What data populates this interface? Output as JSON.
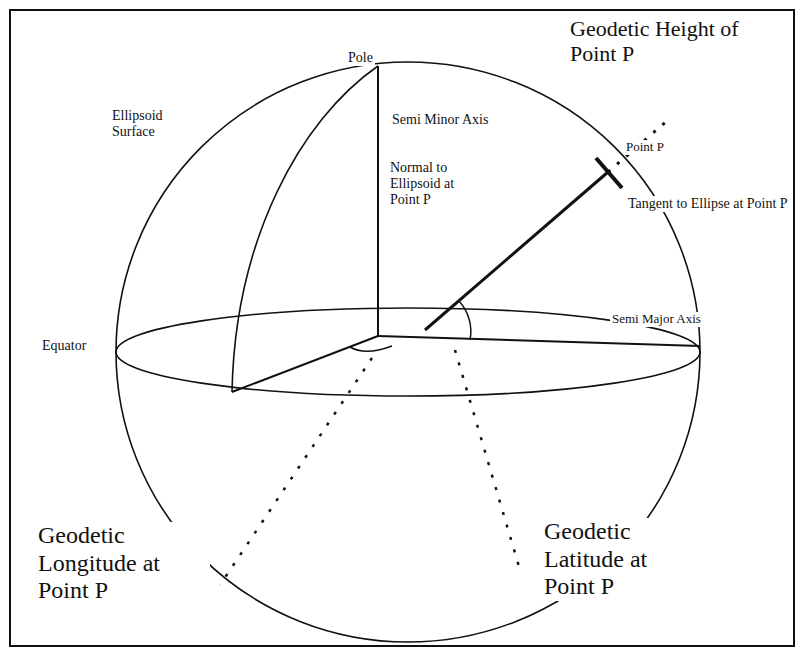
{
  "diagram": {
    "labels": [
      "Pole",
      "Geodetic Height of Point P",
      "Ellipsoid Surface",
      "Semi Minor Axis",
      "Point P",
      "Normal to Ellipsoid at Point P",
      "Tangent to Ellipse at Point P",
      "Equator",
      "Semi Major Axis",
      "Geodetic Longitude at Point P",
      "Geodetic Latitude at Point P"
    ]
  }
}
